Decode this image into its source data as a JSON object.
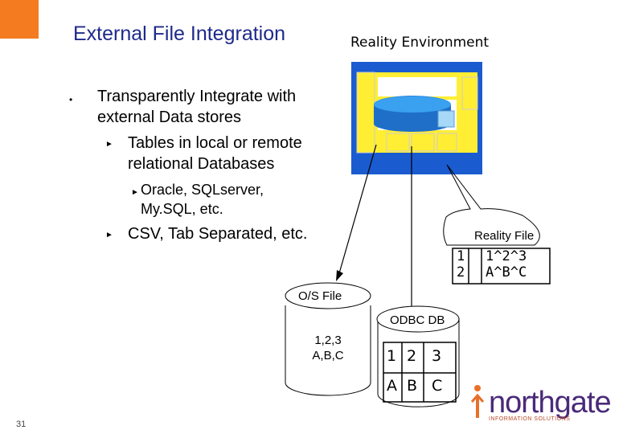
{
  "colors": {
    "accent": "#f47b20",
    "title": "#1e2a8a",
    "logo": "#4a2a7a",
    "logo_accent": "#e8702a"
  },
  "slide": {
    "title": "External File Integration",
    "page_number": "31"
  },
  "bullets": {
    "level1": "Transparently Integrate with external Data stores",
    "level2a": "Tables in local or remote relational Databases",
    "level3": "Oracle, SQLserver, My.SQL, etc.",
    "level2b": "CSV, Tab Separated, etc."
  },
  "diagram": {
    "reality_environment": "Reality Environment",
    "reality_file": {
      "label": "Reality File",
      "rows": [
        {
          "num": "1",
          "value": "1^2^3"
        },
        {
          "num": "2",
          "value": "A^B^C"
        }
      ]
    },
    "os_file": {
      "label": "O/S File",
      "line1": "1,2,3",
      "line2": "A,B,C"
    },
    "odbc_db": {
      "label": "ODBC DB",
      "rows": [
        [
          "1",
          "2",
          "3"
        ],
        [
          "A",
          "B",
          "C"
        ]
      ]
    }
  },
  "logo": {
    "name": "northgate",
    "subtitle": "INFORMATION SOLUTIONS"
  }
}
